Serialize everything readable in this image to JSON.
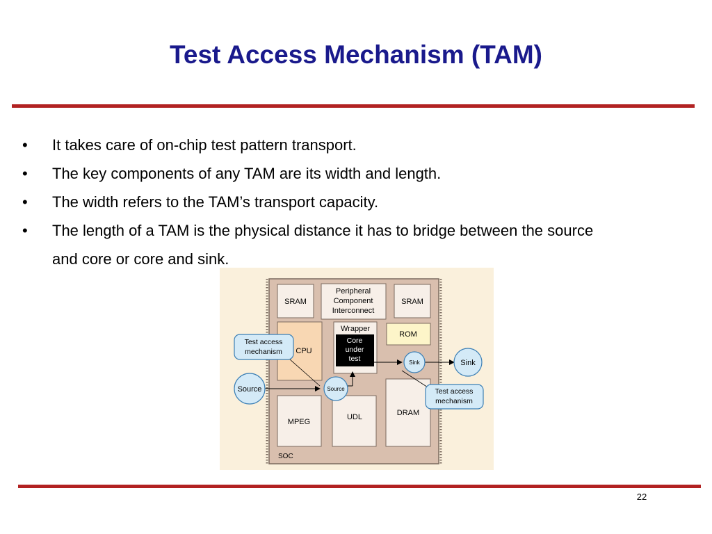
{
  "slide": {
    "title": "Test Access Mechanism (TAM)",
    "page_number": "22",
    "bullet_symbol": "•",
    "bullets": [
      "It takes care of on-chip test pattern transport.",
      "The key components of any TAM are its width and length.",
      "The width refers to the TAM’s transport capacity.",
      "The length of a TAM is the physical distance it has to bridge between the source and core or core and sink."
    ]
  },
  "figure": {
    "blocks": {
      "sram_left": "SRAM",
      "peripheral_line1": "Peripheral",
      "peripheral_line2": "Component",
      "peripheral_line3": "Interconnect",
      "sram_right": "SRAM",
      "cpu": "CPU",
      "wrapper": "Wrapper",
      "core_line1": "Core",
      "core_line2": "under",
      "core_line3": "test",
      "rom": "ROM",
      "mpeg": "MPEG",
      "udl": "UDL",
      "dram": "DRAM",
      "soc": "SOC"
    },
    "nodes": {
      "source_outer": "Source",
      "source_inner": "Source",
      "sink_inner": "Sink",
      "sink_outer": "Sink"
    },
    "callouts": {
      "tam_left_line1": "Test access",
      "tam_left_line2": "mechanism",
      "tam_right_line1": "Test access",
      "tam_right_line2": "mechanism"
    },
    "colors": {
      "background": "#faf0dc",
      "soc_fill": "#d9bfae",
      "block_fill": "#f7efe8",
      "cpu_fill": "#f8d7b3",
      "rom_fill": "#fdf5c9",
      "core_fill": "#000000",
      "callout_fill": "#d4eaf7",
      "callout_stroke": "#3b7fb5"
    }
  }
}
